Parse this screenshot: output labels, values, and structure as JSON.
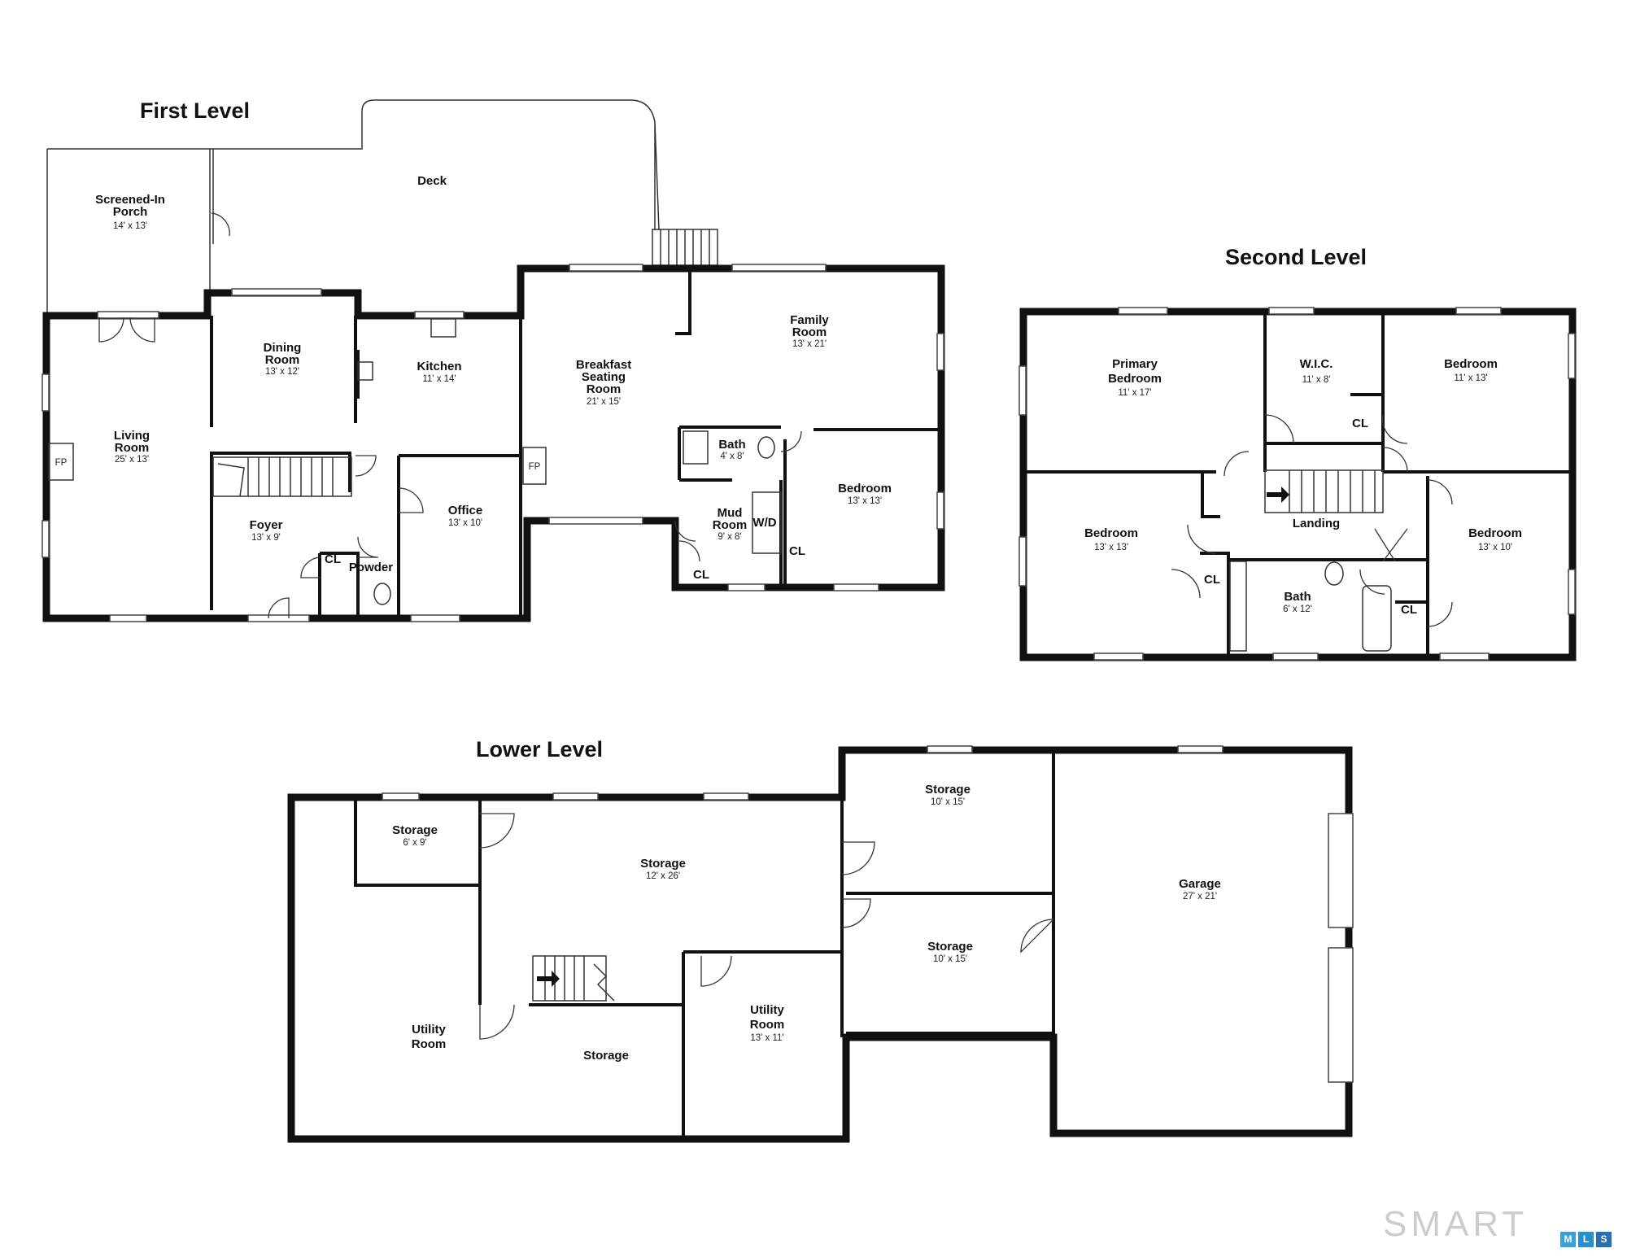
{
  "levels": {
    "first": "First Level",
    "second": "Second Level",
    "lower": "Lower Level"
  },
  "rooms": {
    "porch": {
      "name": "Screened-In Porch",
      "dims": "14' x 13'"
    },
    "deck": {
      "name": "Deck",
      "dims": ""
    },
    "dining": {
      "name": "Dining Room",
      "dims": "13' x 12'"
    },
    "kitchen": {
      "name": "Kitchen",
      "dims": "11' x 14'"
    },
    "breakfast": {
      "name": "Breakfast Seating Room",
      "dims": "21' x 15'"
    },
    "family": {
      "name": "Family Room",
      "dims": "13' x 21'"
    },
    "living": {
      "name": "Living Room",
      "dims": "25' x 13'"
    },
    "foyer": {
      "name": "Foyer",
      "dims": "13' x 9'"
    },
    "office": {
      "name": "Office",
      "dims": "13' x 10'"
    },
    "bath1": {
      "name": "Bath",
      "dims": "4' x 8'"
    },
    "mud": {
      "name": "Mud Room",
      "dims": "9' x 8'"
    },
    "bed1": {
      "name": "Bedroom",
      "dims": "13' x 13'"
    },
    "primary": {
      "name": "Primary Bedroom",
      "dims": "11' x 17'"
    },
    "wic": {
      "name": "W.I.C.",
      "dims": "11' x 8'"
    },
    "bed2": {
      "name": "Bedroom",
      "dims": "11' x 13'"
    },
    "bed3": {
      "name": "Bedroom",
      "dims": "13' x 13'"
    },
    "bed4": {
      "name": "Bedroom",
      "dims": "13' x 10'"
    },
    "landing": {
      "name": "Landing",
      "dims": ""
    },
    "bath2": {
      "name": "Bath",
      "dims": "6' x 12'"
    },
    "storage1": {
      "name": "Storage",
      "dims": "6' x 9'"
    },
    "storage2": {
      "name": "Storage",
      "dims": "12' x 26'"
    },
    "storage3": {
      "name": "Storage",
      "dims": "10' x 15'"
    },
    "storage4": {
      "name": "Storage",
      "dims": "10' x 15'"
    },
    "storage5": {
      "name": "Storage",
      "dims": ""
    },
    "garage": {
      "name": "Garage",
      "dims": "27' x 21'"
    },
    "utility1": {
      "name": "Utility Room",
      "dims": ""
    },
    "utility2": {
      "name": "Utility Room",
      "dims": "13' x 11'"
    }
  },
  "labels": {
    "fp": "FP",
    "cl": "CL",
    "powder": "Powder",
    "wd": "W/D"
  },
  "logo": {
    "text": "SMART",
    "tiles": [
      "M",
      "L",
      "S"
    ],
    "tile_colors": [
      "#3aa0d8",
      "#2a8fc8",
      "#2a6fb0"
    ],
    "text_color": "#c9ccd1"
  }
}
